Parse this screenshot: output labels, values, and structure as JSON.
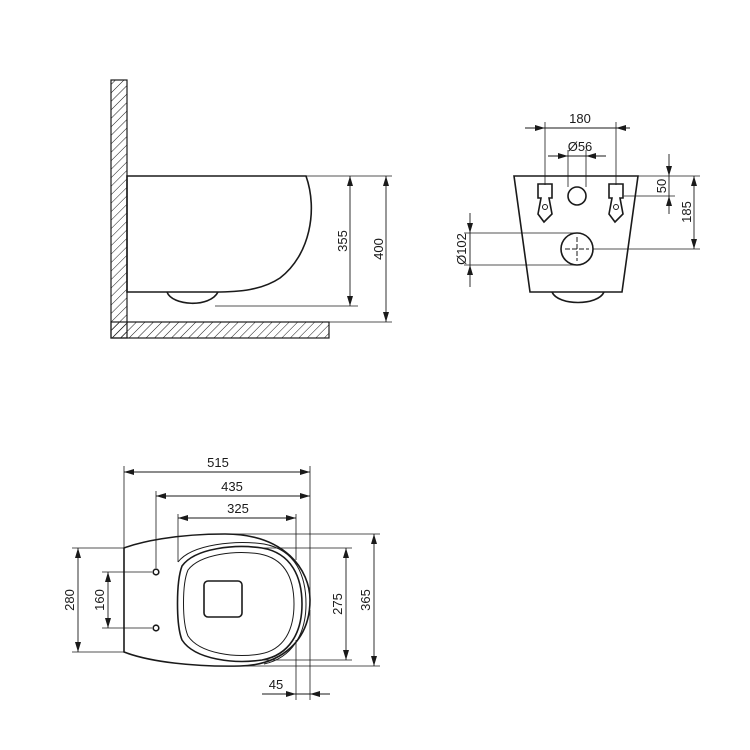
{
  "side_view": {
    "dim_height_bowl": "355",
    "dim_height_total": "400"
  },
  "front_view": {
    "dim_bolt_spacing": "180",
    "dim_inlet_diameter": "Ø56",
    "dim_inlet_offset": "50",
    "dim_outlet_height": "185",
    "dim_outlet_diameter": "Ø102"
  },
  "top_view": {
    "dim_total_length": "515",
    "dim_length_435": "435",
    "dim_seat_length": "325",
    "dim_width_280": "280",
    "dim_bolt_width": "160",
    "dim_seat_width": "275",
    "dim_total_width": "365",
    "dim_offset_45": "45"
  }
}
